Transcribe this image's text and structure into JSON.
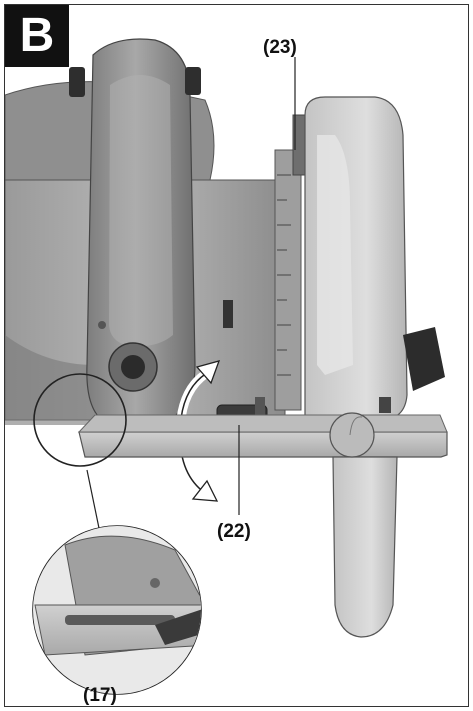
{
  "figure": {
    "letter": "B"
  },
  "callouts": {
    "c23": "(23)",
    "c22": "(22)",
    "c17": "(17)"
  },
  "colors": {
    "body_grey": "#a9a9a9",
    "dark_grey": "#7a7a7a",
    "light_grey": "#cfcfcf",
    "outline": "#444444",
    "background": "#ffffff"
  }
}
